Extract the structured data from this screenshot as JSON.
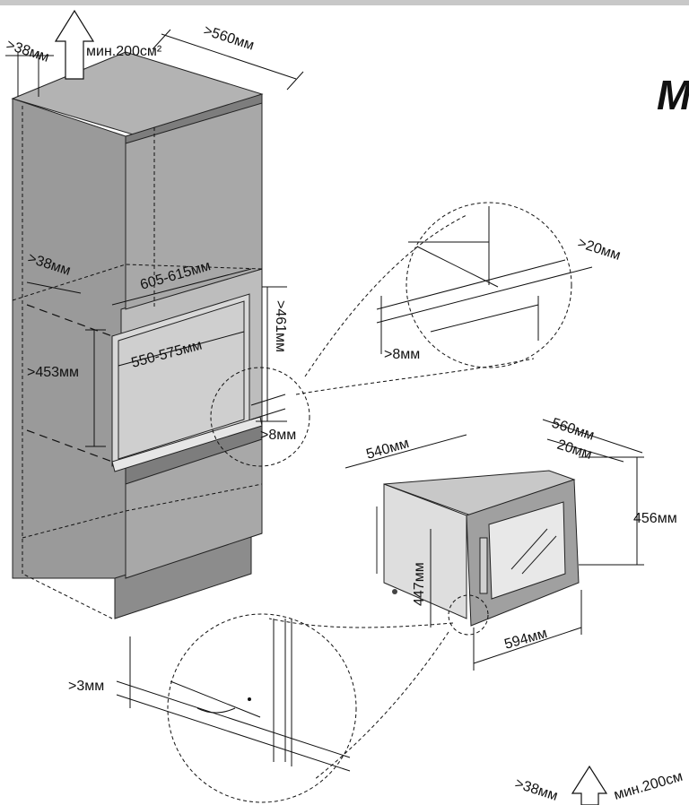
{
  "labels": {
    "top_gap": ">38мм",
    "vent_area": "мин.200см²",
    "depth_top": ">560мм",
    "side_gap": ">38мм",
    "niche_width": "605-615мм",
    "niche_height": ">461мм",
    "inner_width": "550-575мм",
    "inner_height": ">453мм",
    "bottom_gap": ">8мм",
    "detail_gap_20": ">20мм",
    "detail_gap_8": ">8мм",
    "appliance_depth": "540мм",
    "appliance_depth_total": "560мм",
    "door_depth": "20мм",
    "appliance_height": "456мм",
    "door_height": "447мм",
    "appliance_width": "594мм",
    "detail_gap_3": ">3мм",
    "lower_top_gap": ">38мм",
    "lower_vent": "мин.200см",
    "corner_letter": "M"
  },
  "colors": {
    "cabinet_front": "#9a9a9a",
    "cabinet_side": "#7d7d7d",
    "cabinet_top": "#b3b3b3",
    "line": "#111111"
  }
}
